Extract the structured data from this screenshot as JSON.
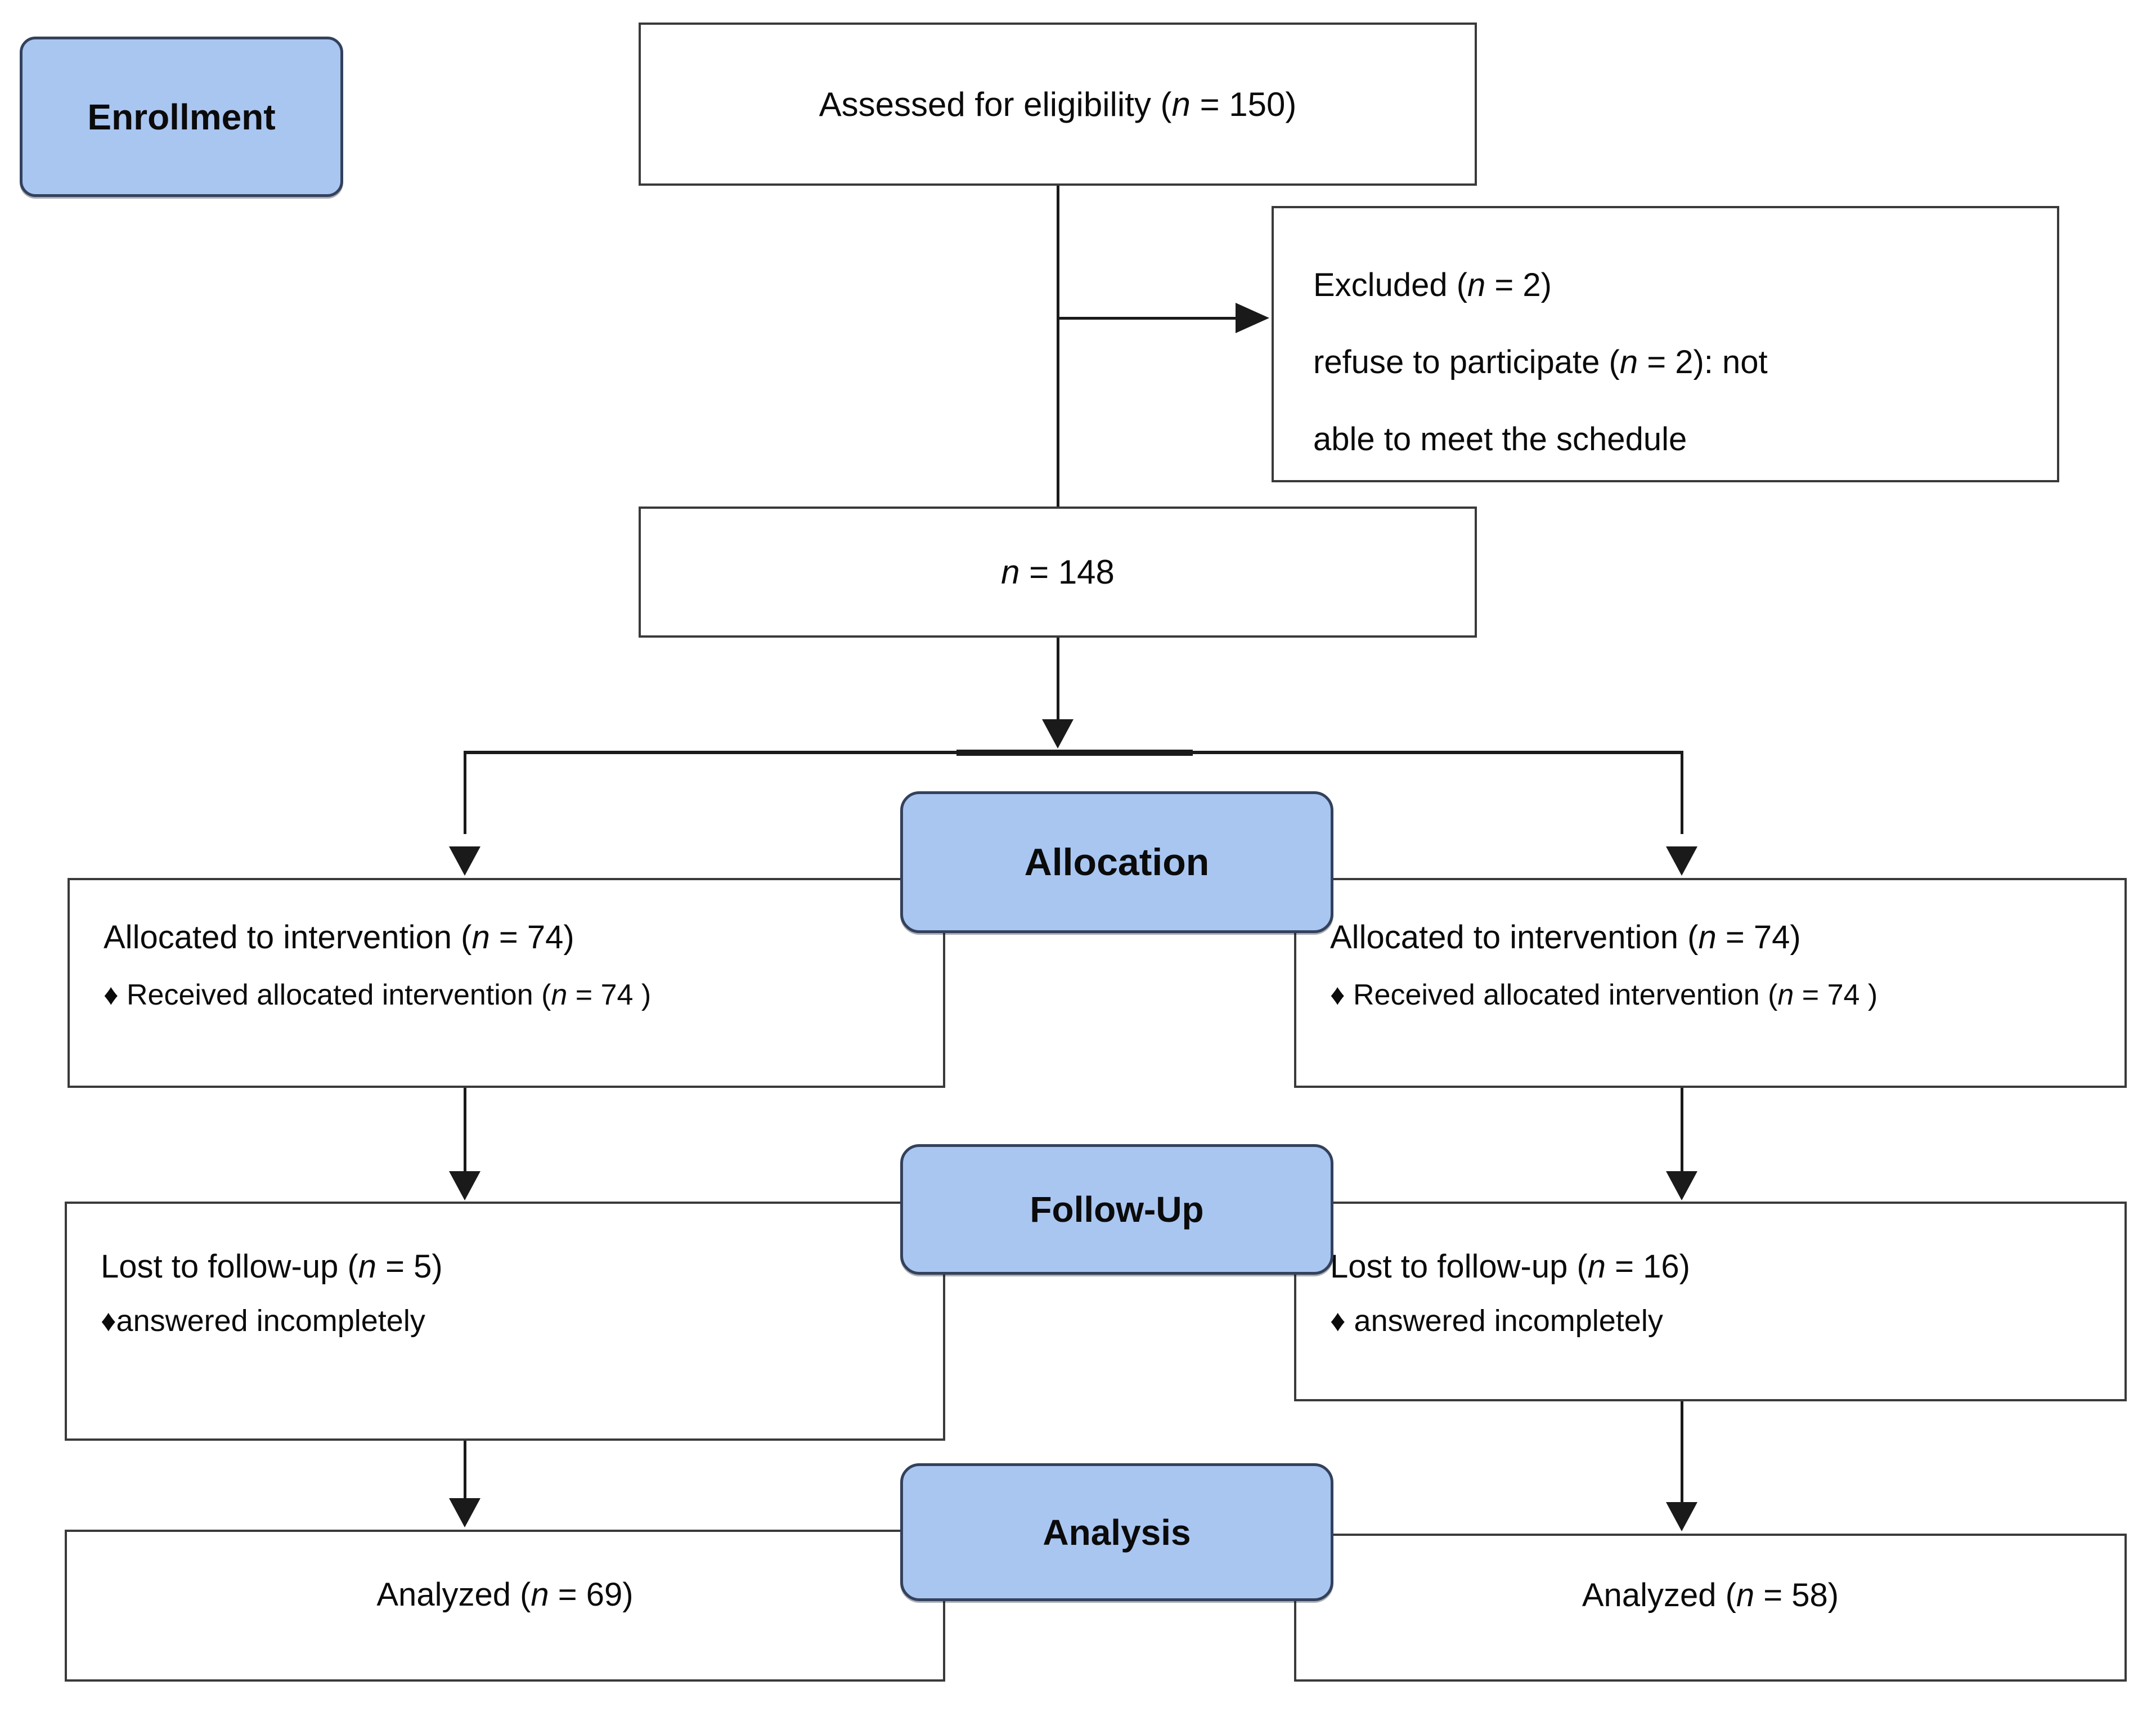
{
  "stages": {
    "enrollment": "Enrollment",
    "allocation": "Allocation",
    "followup": "Follow-Up",
    "analysis": "Analysis"
  },
  "boxes": {
    "assessed": "Assessed for eligibility (n = 150)",
    "excluded_lines": [
      "Excluded (n = 2)",
      "refuse to participate (n = 2): not",
      "able to meet the schedule"
    ],
    "randomized": "n = 148",
    "alloc_left": {
      "title": "Allocated to intervention (n = 74)",
      "bullet": "♦ Received allocated intervention (n = 74 )"
    },
    "alloc_right": {
      "title": "Allocated to intervention (n = 74)",
      "bullet": "♦ Received allocated intervention (n = 74 )"
    },
    "followup_left": {
      "title": "Lost to follow-up (n = 5)",
      "bullet": "♦answered incompletely"
    },
    "followup_right": {
      "title": "Lost to follow-up (n = 16)",
      "bullet": "♦ answered incompletely"
    },
    "analyzed_left": "Analyzed (n = 69)",
    "analyzed_right": "Analyzed (n = 58)"
  },
  "colors": {
    "badge_fill": "#A9C6F1",
    "badge_border": "#33415C",
    "box_border": "#3A3A3A",
    "line": "#1A1A1A",
    "text": "#0B0B0B",
    "background": "#FFFFFF"
  }
}
